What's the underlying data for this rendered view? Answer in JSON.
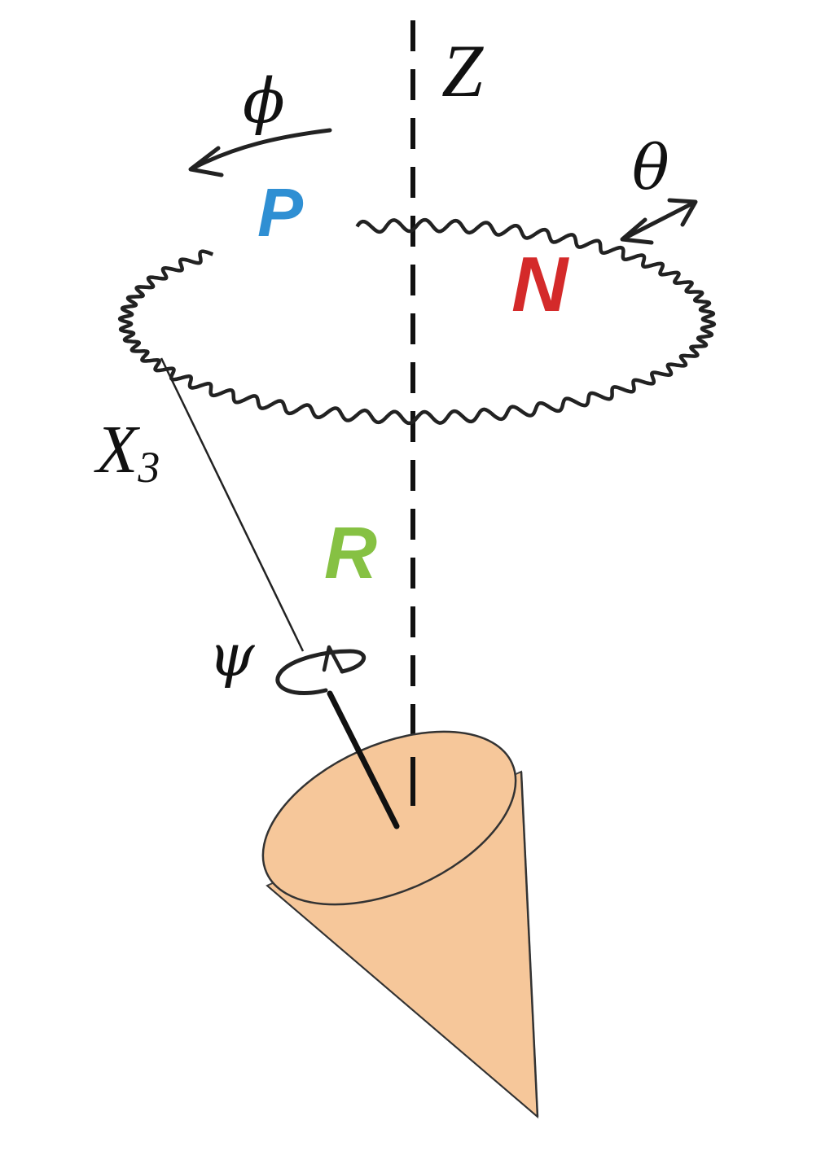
{
  "labels": {
    "z_axis": "Z",
    "phi": "ϕ",
    "theta": "θ",
    "psi": "ψ",
    "x3": "X",
    "x3_sub": "3",
    "P": "P",
    "N": "N",
    "R": "R"
  },
  "colors": {
    "P": "#2f8fd3",
    "N": "#d42a2a",
    "R": "#86c143",
    "cone_fill": "#f6c79a",
    "stroke": "#111111"
  },
  "icons": {
    "phi_arrow": "curved-arrow-left",
    "theta_arrow": "double-headed-arrow",
    "psi_arrow": "circular-rotation-arrow"
  }
}
